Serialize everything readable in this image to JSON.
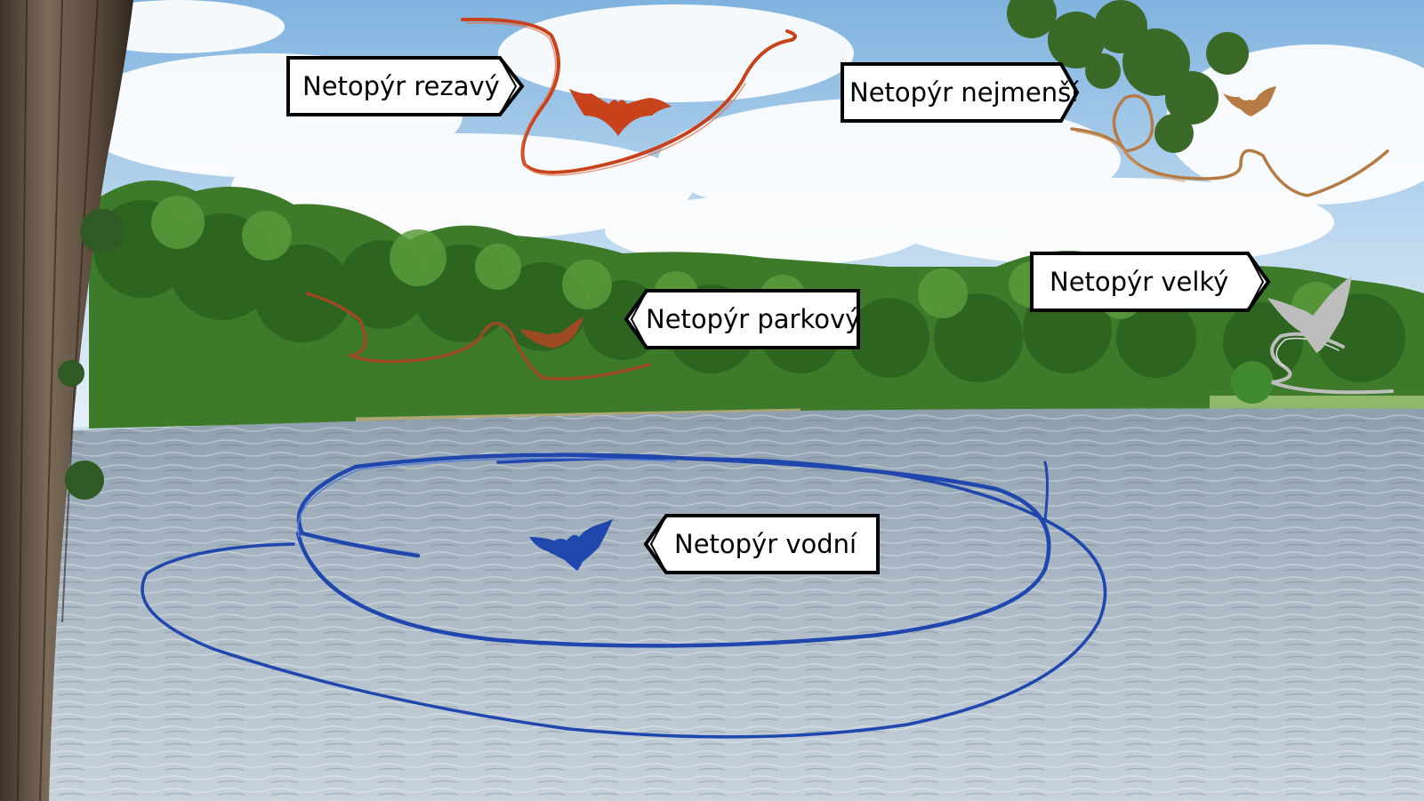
{
  "labels": {
    "rezavy": "Netopýr rezavý",
    "nejmensi": "Netopýr nejmenší",
    "parkovy": "Netopýr parkový",
    "velky": "Netopýr velký",
    "vodni": "Netopýr vodní"
  },
  "colors": {
    "rezavy": "#c8431c",
    "nejmensi": "#b67b45",
    "parkovy": "#9d4a22",
    "velky": "#bdbdbd",
    "vodni": "#1f47ad"
  }
}
